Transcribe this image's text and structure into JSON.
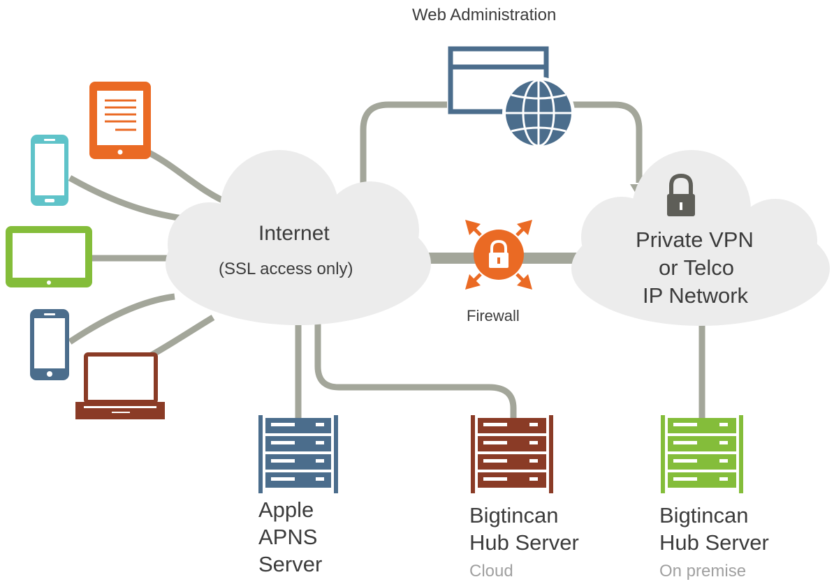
{
  "web_admin": {
    "label": "Web Administration"
  },
  "internet_cloud": {
    "title": "Internet",
    "subtitle": "(SSL access only)"
  },
  "firewall": {
    "label": "Firewall"
  },
  "vpn_cloud": {
    "line1": "Private VPN",
    "line2": "or Telco",
    "line3": "IP Network"
  },
  "apns_server": {
    "line1": "Apple",
    "line2": "APNS",
    "line3": "Server"
  },
  "hub_cloud": {
    "line1": "Bigtincan",
    "line2": "Hub Server",
    "note": "Cloud"
  },
  "hub_onprem": {
    "line1": "Bigtincan",
    "line2": "Hub Server",
    "note": "On premise"
  },
  "devices": [
    "tablet-icon",
    "phone-icon",
    "landscape-tablet-icon",
    "smartphone-icon",
    "laptop-icon"
  ],
  "colors": {
    "connector": "#a3a69a",
    "cloud": "#ececec",
    "steel_blue": "#4b6d8c",
    "orange": "#ea6a24",
    "teal": "#5fc3c9",
    "green": "#84bd3a",
    "brown": "#8a3b26",
    "lock_gray": "#5e5e58",
    "text": "#3b3b3b",
    "subtext": "#a0a0a0"
  }
}
